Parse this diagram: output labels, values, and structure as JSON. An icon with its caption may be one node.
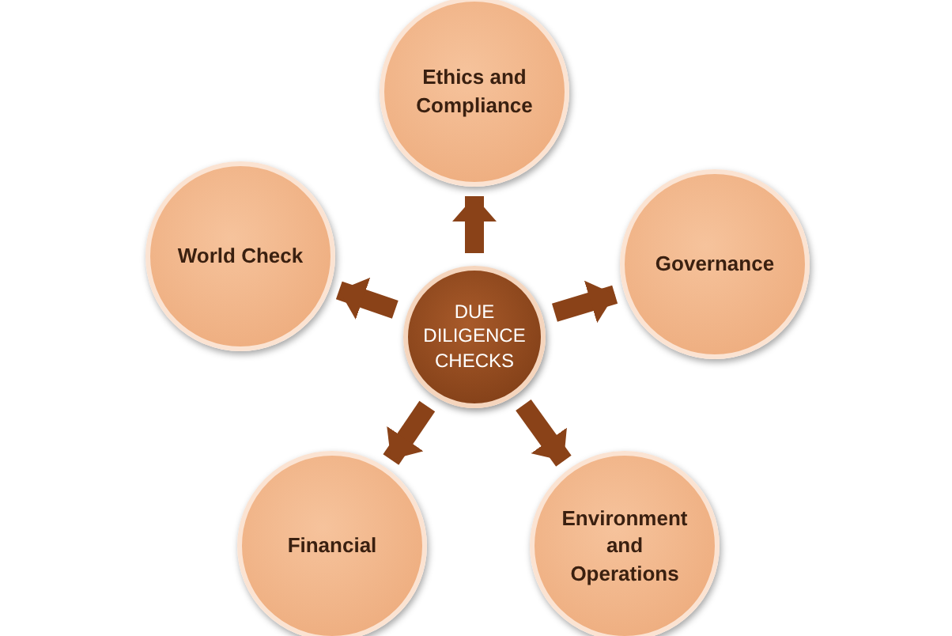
{
  "diagram": {
    "nodes": [
      {
        "text": [
          "Ethics and Compliance"
        ]
      },
      {
        "text": [
          "World Check"
        ]
      },
      {
        "text": [
          "Governance"
        ]
      },
      {
        "text": [
          "DUE DILIGENCE CHECKS"
        ]
      },
      {
        "text": [
          "Financial"
        ]
      },
      {
        "text": [
          "Environment and Operations"
        ]
      }
    ],
    "edges": [
      {
        "from": 3,
        "to": 0,
        "arrow": "to"
      },
      {
        "from": 3,
        "to": 2,
        "arrow": "to"
      },
      {
        "from": 3,
        "to": 5,
        "arrow": "to"
      },
      {
        "from": 3,
        "to": 4,
        "arrow": "to"
      },
      {
        "from": 3,
        "to": 1,
        "arrow": "to"
      }
    ]
  }
}
